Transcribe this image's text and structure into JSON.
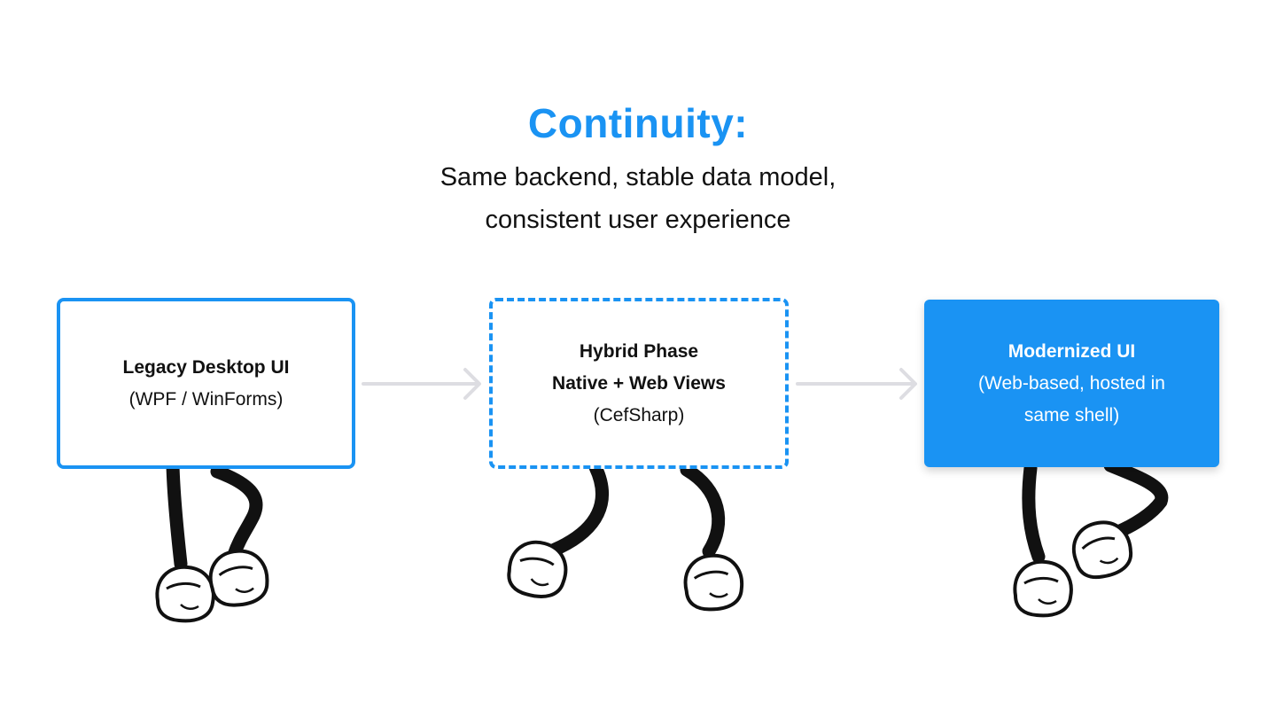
{
  "title": "Continuity:",
  "subtitle": {
    "line1": "Same backend, stable data model,",
    "line2": "consistent user experience"
  },
  "stages": {
    "legacy": {
      "line1": "Legacy Desktop UI",
      "line2": "(WPF / WinForms)"
    },
    "hybrid": {
      "line1": "Hybrid Phase",
      "line2": "Native + Web Views",
      "line3": "(CefSharp)"
    },
    "modern": {
      "line1": "Modernized UI",
      "line2": "(Web-based, hosted in",
      "line3": "same shell)"
    }
  },
  "colors": {
    "accent": "#1a93f3",
    "arrow": "#dddde2",
    "text": "#111111"
  },
  "icons": [
    "walking-legs-icon",
    "arrow-right-icon"
  ]
}
